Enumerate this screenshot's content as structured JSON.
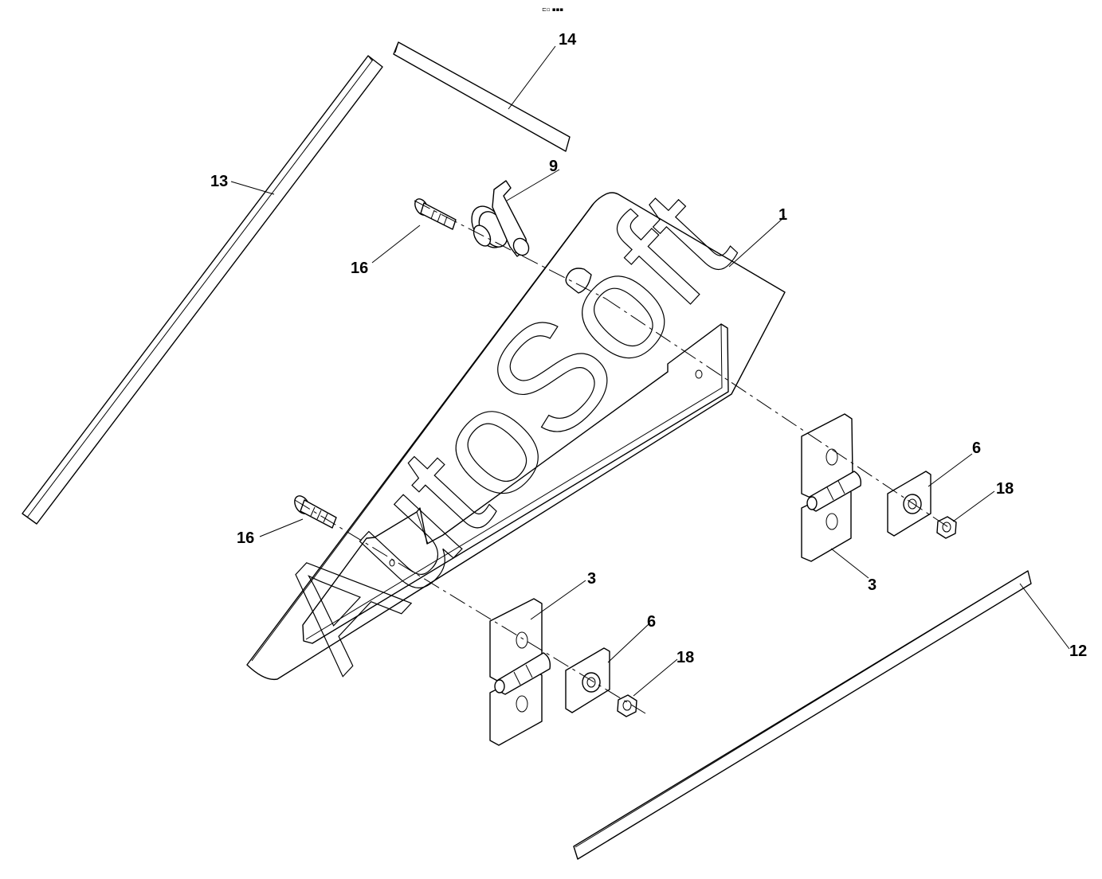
{
  "watermark": "AutoSoft",
  "header_mark": "⊏▫ ▪▪▪",
  "callouts": {
    "c1": "1",
    "c3a": "3",
    "c3b": "3",
    "c6a": "6",
    "c6b": "6",
    "c9": "9",
    "c12": "12",
    "c13": "13",
    "c14": "14",
    "c16a": "16",
    "c16b": "16",
    "c18a": "18",
    "c18b": "18"
  }
}
